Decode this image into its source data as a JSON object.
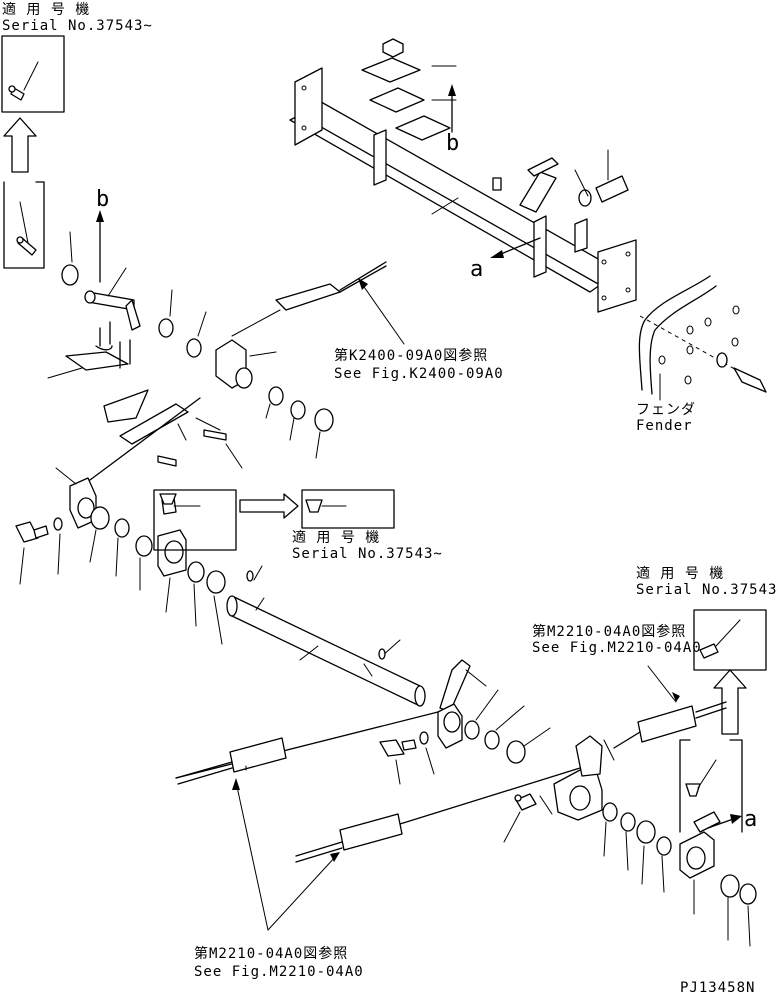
{
  "labels": {
    "serial_jp": "適 用 号 機",
    "serial_en": "Serial No.37543~",
    "ref_k2400_jp": "第K2400-09A0図参照",
    "ref_k2400_en": "See Fig.K2400-09A0",
    "ref_m2210_jp": "第M2210-04A0図参照",
    "ref_m2210_en": "See Fig.M2210-04A0",
    "fender_jp": "フェンダ",
    "fender_en": "Fender",
    "letter_a": "a",
    "letter_b": "b",
    "drawing_no": "PJ13458N"
  }
}
